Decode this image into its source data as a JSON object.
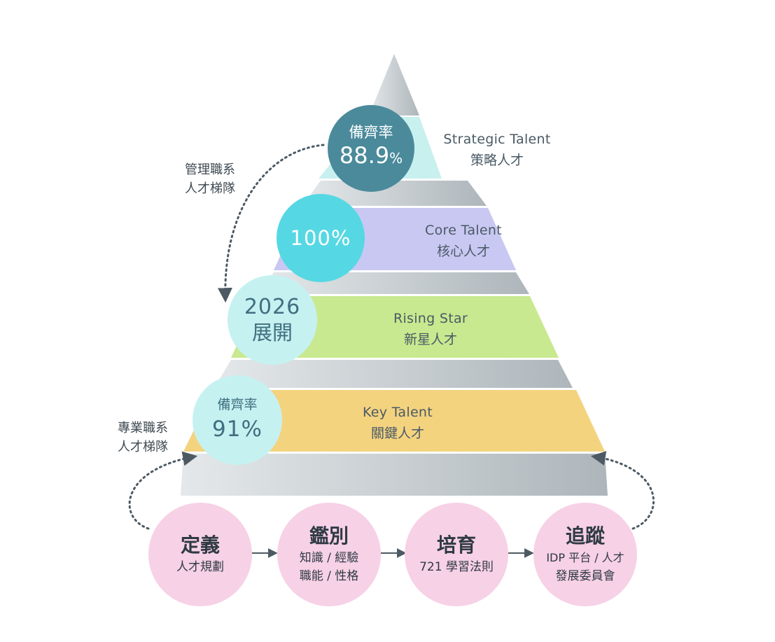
{
  "colors": {
    "pyramid_band": "#c5ccd0",
    "strategic": "#c7f0ef",
    "core": "#c9c8f2",
    "rising": "#c8e98f",
    "key": "#f4d37f",
    "circle_dark": "#4a8a9b",
    "circle_cyan": "#55d8e3",
    "circle_light": "#c6f1f1",
    "step_pink": "#f7d1e6",
    "arrow": "#4d5a63"
  },
  "tiers": [
    {
      "en": "Strategic Talent",
      "zh": "策略人才"
    },
    {
      "en": "Core Talent",
      "zh": "核心人才"
    },
    {
      "en": "Rising Star",
      "zh": "新星人才"
    },
    {
      "en": "Key Talent",
      "zh": "關鍵人才"
    }
  ],
  "badges": {
    "strategic": {
      "label": "備齊率",
      "value": "88.9",
      "unit": "%"
    },
    "core": {
      "value": "100%"
    },
    "rising": {
      "line1": "2026",
      "line2": "展開"
    },
    "key": {
      "label": "備齊率",
      "value": "91%"
    }
  },
  "ladders": {
    "management": {
      "line1": "管理職系",
      "line2": "人才梯隊"
    },
    "professional": {
      "line1": "專業職系",
      "line2": "人才梯隊"
    }
  },
  "steps": [
    {
      "title": "定義",
      "sub1": "人才規劃",
      "sub2": ""
    },
    {
      "title": "鑑別",
      "sub1": "知識 / 經驗",
      "sub2": "職能 / 性格"
    },
    {
      "title": "培育",
      "sub1": "721 學習法則",
      "sub2": ""
    },
    {
      "title": "追蹤",
      "sub1": "IDP 平台 / 人才",
      "sub2": "發展委員會"
    }
  ]
}
